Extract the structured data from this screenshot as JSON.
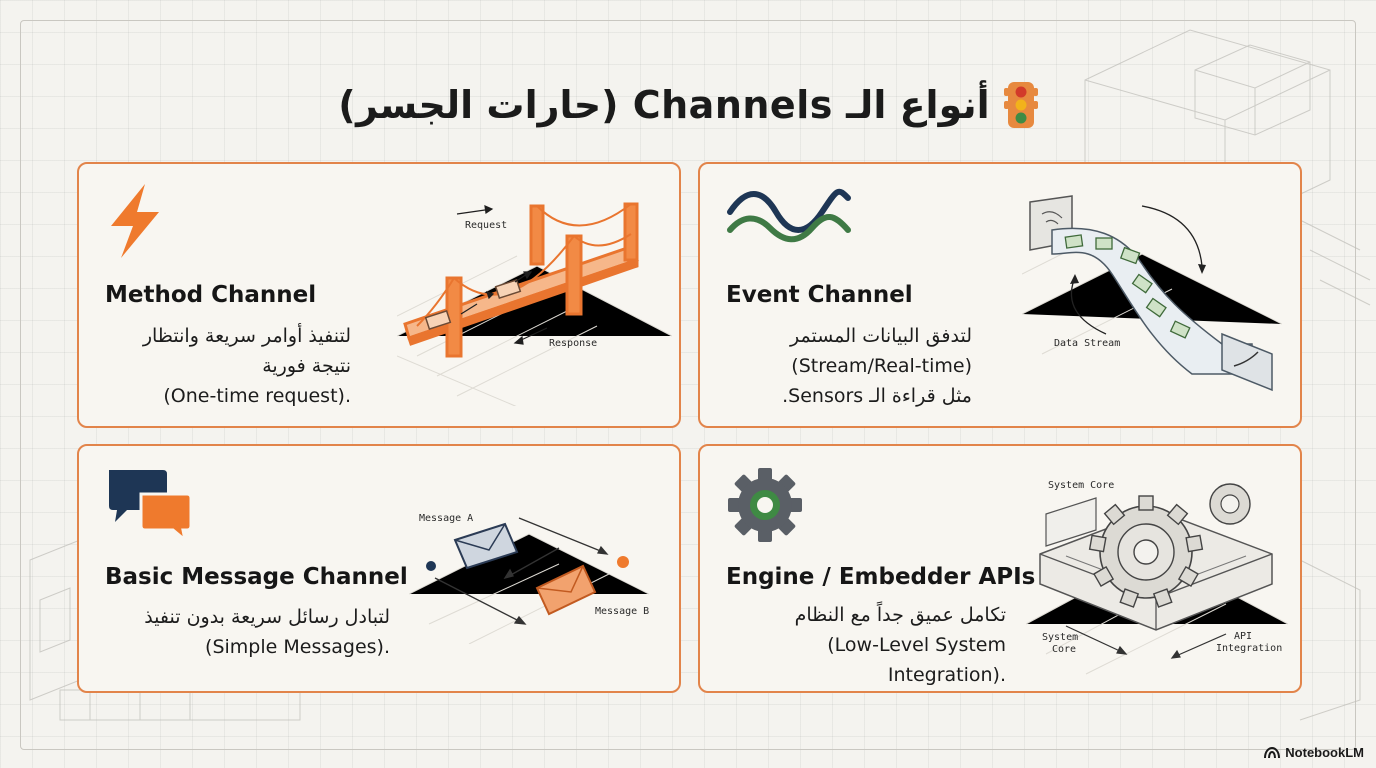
{
  "title": "أنواع الـ Channels (حارات الجسر)",
  "colors": {
    "accent": "#e2844a",
    "navy": "#1e3655",
    "green": "#3f7a45",
    "gear": "#5a5f66"
  },
  "cards": [
    {
      "icon": "lightning-bolt-icon",
      "title": "Method Channel",
      "desc": [
        "لتنفيذ أوامر سريعة وانتظار",
        "نتيجة فورية",
        "(One-time request)."
      ],
      "labels": {
        "request": "Request",
        "response": "Response"
      }
    },
    {
      "icon": "wave-icon",
      "title": "Event Channel",
      "desc": [
        "لتدفق البيانات المستمر",
        "(Stream/Real-time)",
        "مثل قراءة الـ Sensors."
      ],
      "labels": {
        "stream": "Data Stream"
      }
    },
    {
      "icon": "chat-bubbles-icon",
      "title": "Basic Message Channel",
      "desc": [
        "لتبادل رسائل سريعة بدون تنفيذ",
        "(Simple Messages)."
      ],
      "labels": {
        "message_a": "Message A",
        "message_b": "Message B"
      }
    },
    {
      "icon": "gear-icon",
      "title": "Engine / Embedder APIs",
      "desc": [
        "تكامل عميق جداً مع النظام",
        "(Low-Level System Integration)."
      ],
      "labels": {
        "core_top": "System Core",
        "core_left_1": "System",
        "core_left_2": "Core",
        "api_1": "API",
        "api_2": "Integration"
      }
    }
  ],
  "brand": "NotebookLM"
}
